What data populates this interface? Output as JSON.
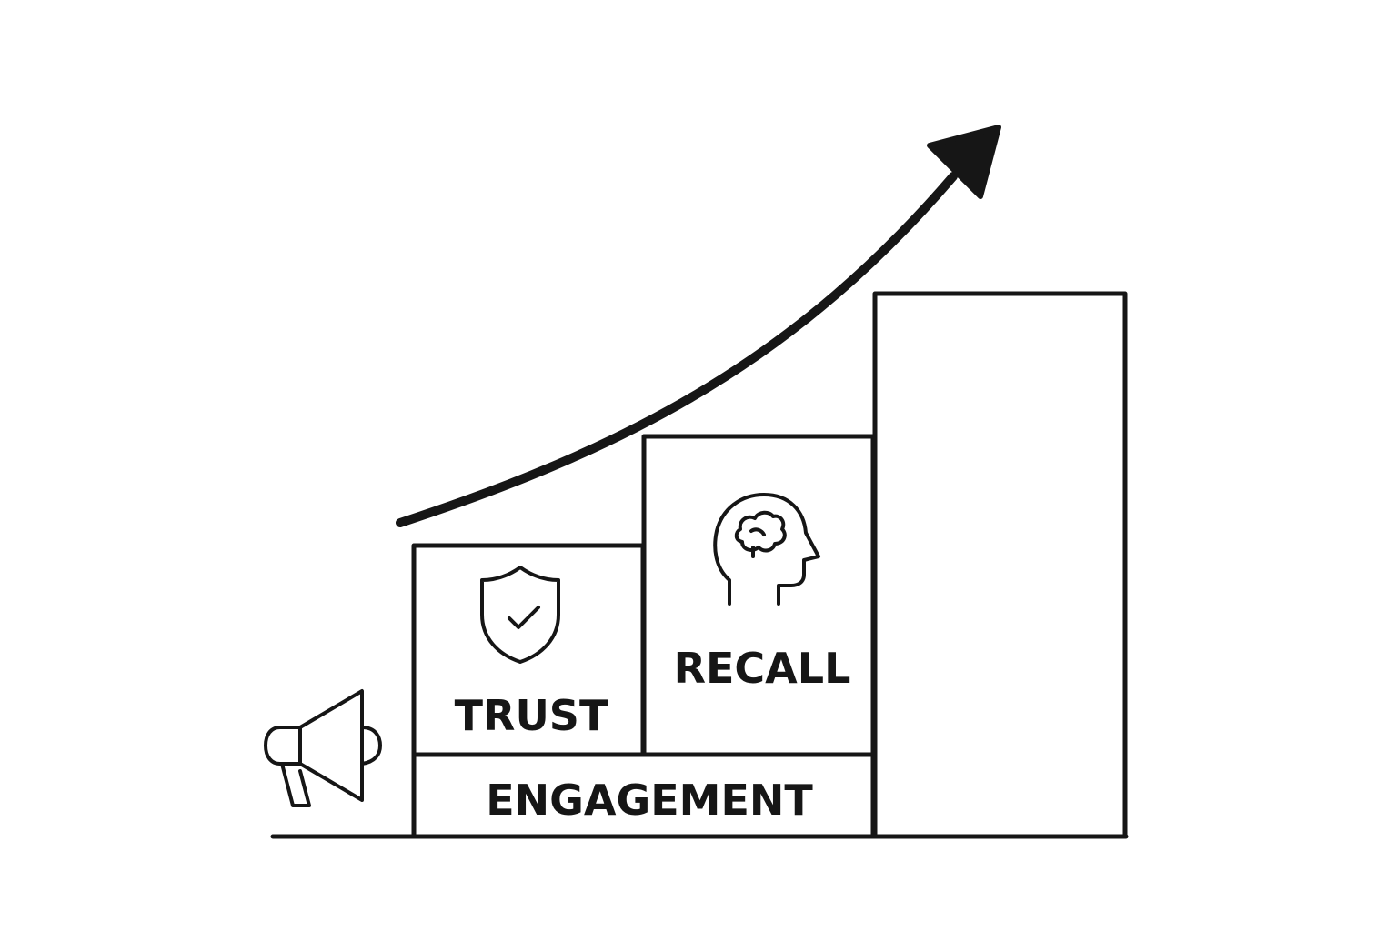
{
  "blocks": {
    "trust": {
      "label": "TRUST",
      "icon": "shield-check-icon"
    },
    "recall": {
      "label": "RECALL",
      "icon": "head-brain-icon"
    },
    "engagement": {
      "label": "ENGAGEMENT"
    }
  },
  "icons": {
    "megaphone": "megaphone-icon",
    "growth": "growth-arrow-icon"
  },
  "colors": {
    "ink": "#161616",
    "background": "#ffffff"
  }
}
